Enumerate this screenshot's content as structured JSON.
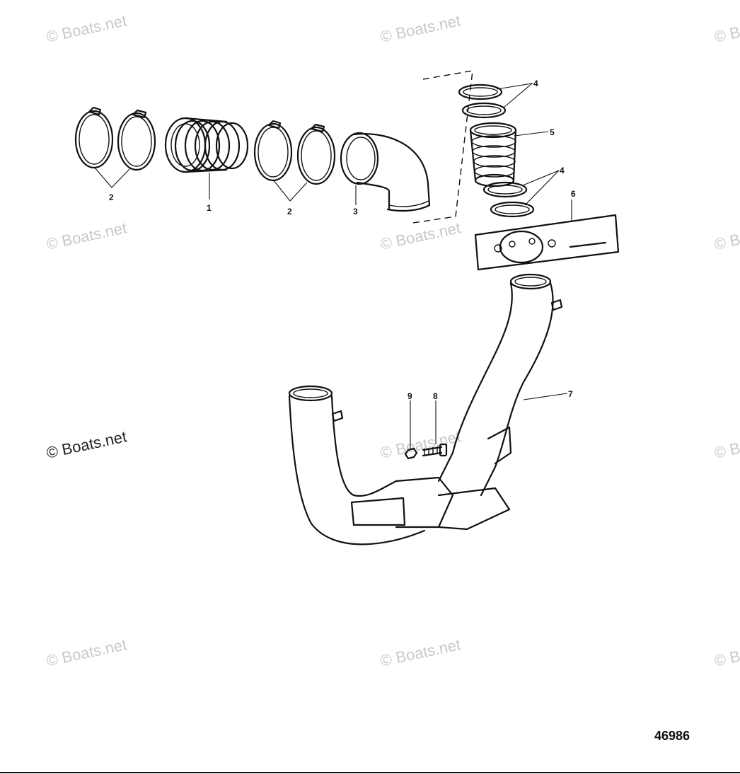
{
  "watermark": {
    "text": "© Boats.net"
  },
  "figure_number": "46986",
  "callouts": {
    "c1": "1",
    "c2a": "2",
    "c2b": "2",
    "c3": "3",
    "c4a": "4",
    "c4b": "4",
    "c5": "5",
    "c6": "6",
    "c7": "7",
    "c8": "8",
    "c9": "9"
  }
}
